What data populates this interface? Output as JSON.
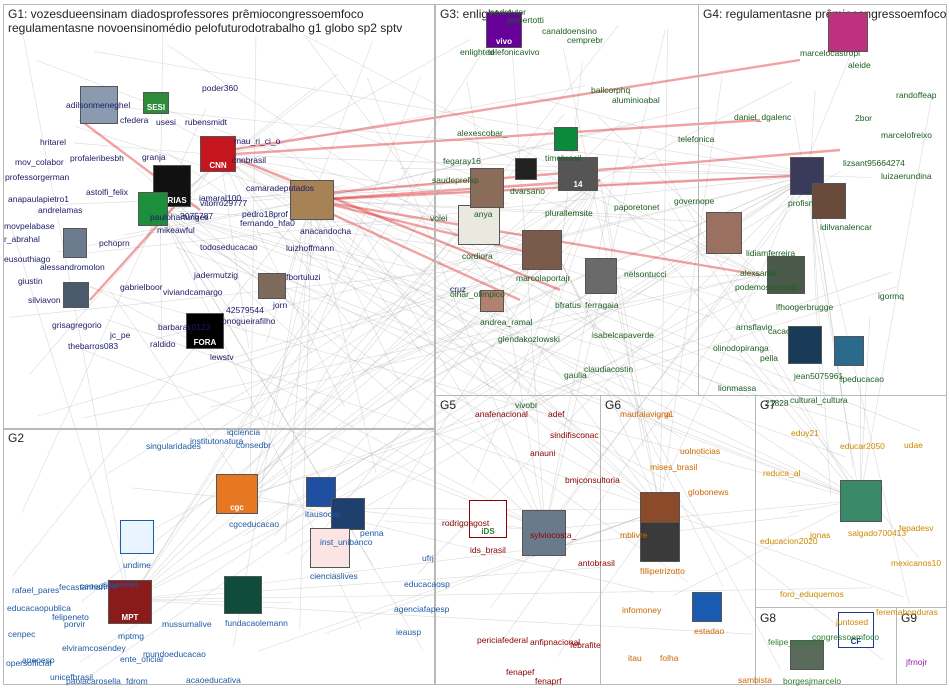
{
  "groups": [
    {
      "id": "g1",
      "title": "G1: vozesdueensinam diadosprofessores prêmiocongressoemfoco\nregulamentasne novoensinomédio pelofuturodotrabalho g1 globo sp2 sptv",
      "color": "#1a1a66"
    },
    {
      "id": "g2",
      "title": "G2",
      "color": "#1f5aa6"
    },
    {
      "id": "g3",
      "title": "G3: enlighted",
      "color": "#1b5e20"
    },
    {
      "id": "g4",
      "title": "G4: regulamentasne prêmiocongressoemfoco",
      "color": "#1b5e20"
    },
    {
      "id": "g5",
      "title": "G5",
      "color": "#8b0000"
    },
    {
      "id": "g6",
      "title": "G6",
      "color": "#cc6600"
    },
    {
      "id": "g7",
      "title": "G7",
      "color": "#cc8800"
    },
    {
      "id": "g8",
      "title": "G8",
      "color": "#2e7d32"
    },
    {
      "id": "g9",
      "title": "G9",
      "color": "#8e24aa"
    }
  ],
  "labels": {
    "g1": [
      "poder360",
      "rubensmidt",
      "usesi",
      "cfedera",
      "hritarel",
      "adilsonmeneghel",
      "profaleribesbh",
      "mov_colabor",
      "professorgerman",
      "anapaulapietro1",
      "astolfi_felix",
      "andrelamas",
      "movpelabase",
      "r_abrahal",
      "eusouthiago",
      "pchoprn",
      "alessandromolon",
      "giustin",
      "silviavon",
      "grisagregorio",
      "gabrielboor",
      "mikeawful",
      "paulohartunges",
      "todoseducacao",
      "jadermutzig",
      "viviandcamargo",
      "thebarros083",
      "barbarak0123",
      "raldido",
      "jc_pe",
      "granja",
      "iamaral100",
      "cnnbrasil",
      "camaradeputados",
      "vitorro29777",
      "pedro18prof",
      "anacandocha",
      "fernando_hfa0",
      "luizhoffmann",
      "fbortuluzi",
      "42579544",
      "jorn",
      "onogueirafilho",
      "lewstv",
      "mau_ri_ci_o",
      "3075787",
      "cruz",
      "olhar_olimpico"
    ],
    "g2": [
      "iqciencia",
      "singularidades",
      "institutonatura",
      "consedbr",
      "cgceducacao",
      "itausocial",
      "inst_unibanco",
      "undime",
      "fundacaolemann",
      "cienciaslives",
      "ufrj",
      "educacaosp",
      "agenciafapesp",
      "ieausp",
      "rafael_pares",
      "fecastanhari",
      "educacaopublica",
      "felipeneto",
      "ceneduca",
      "cenpec",
      "opersofficial",
      "porvir",
      "sinaantes",
      "mptmg",
      "mussumalive",
      "apeoesp",
      "elviramcosendey",
      "unicefbrasil",
      "paolacarosella",
      "ente_oficial",
      "mundoeducacao",
      "fdrom",
      "acaoeducativa",
      "penna"
    ],
    "g3": [
      "enlighted",
      "pedrovtor",
      "jsebertotti",
      "canaldoensino",
      "cemprebr",
      "telefonicavivo",
      "ballcorphq",
      "aluminioabal",
      "alexescobar_",
      "fegaray16",
      "saudeprefsp",
      "timebrasil",
      "telefonica",
      "dvarsano",
      "plurallemsite",
      "paporetonet",
      "governope",
      "volei",
      "cordiora",
      "anya",
      "marcolaportajr",
      "olhar_olimpico",
      "nelsontucci",
      "andrea_ramal",
      "bfratus",
      "ferragaia",
      "glendakozlowski",
      "isabelcapaverde",
      "claudiacostin",
      "gaulia",
      "vivobr"
    ],
    "g4": [
      "marcelocastropi",
      "aleide",
      "daniel_dgalenc",
      "randoffeap",
      "2bor",
      "marcelofreixo",
      "lizsant95664274",
      "luizaerundina",
      "profisn",
      "idilvanalencar",
      "lidiamferreira",
      "alexsandr",
      "podemossenado",
      "lfhoogerbrugge",
      "igormq",
      "arnsflavio",
      "olinodopiranga",
      "lionmassa",
      "cacao",
      "jean5075961",
      "fpeducacao",
      "cultural_cultura",
      "pella",
      "21828"
    ],
    "g5": [
      "anafenacional",
      "adef",
      "sindifisconac",
      "anauni",
      "rodrigoagost",
      "bmjconsultoria",
      "ids_brasil",
      "sylviocosta_",
      "antobrasil",
      "periciafederal",
      "anfipnacional",
      "febrafite",
      "fenapef",
      "fenaprf"
    ],
    "g6": [
      "maufalavigna",
      "g1",
      "uolnoticias",
      "mises_brasil",
      "globonews",
      "mblivre",
      "fillipetrizotto",
      "infomoney",
      "estadao",
      "itau",
      "folha",
      "sambista"
    ],
    "g7": [
      "educar2050",
      "eduy21",
      "udae",
      "reduca_al",
      "fepadesv",
      "educacion2020",
      "salgado700413",
      "jonas",
      "mexicanos10",
      "foro_eduquemos",
      "feremahonduras",
      "juntosed"
    ],
    "g8": [
      "felipe_poyares",
      "congressoemfoco",
      "borgesjmarcelo"
    ],
    "g9": [
      "jfrnojr"
    ]
  }
}
